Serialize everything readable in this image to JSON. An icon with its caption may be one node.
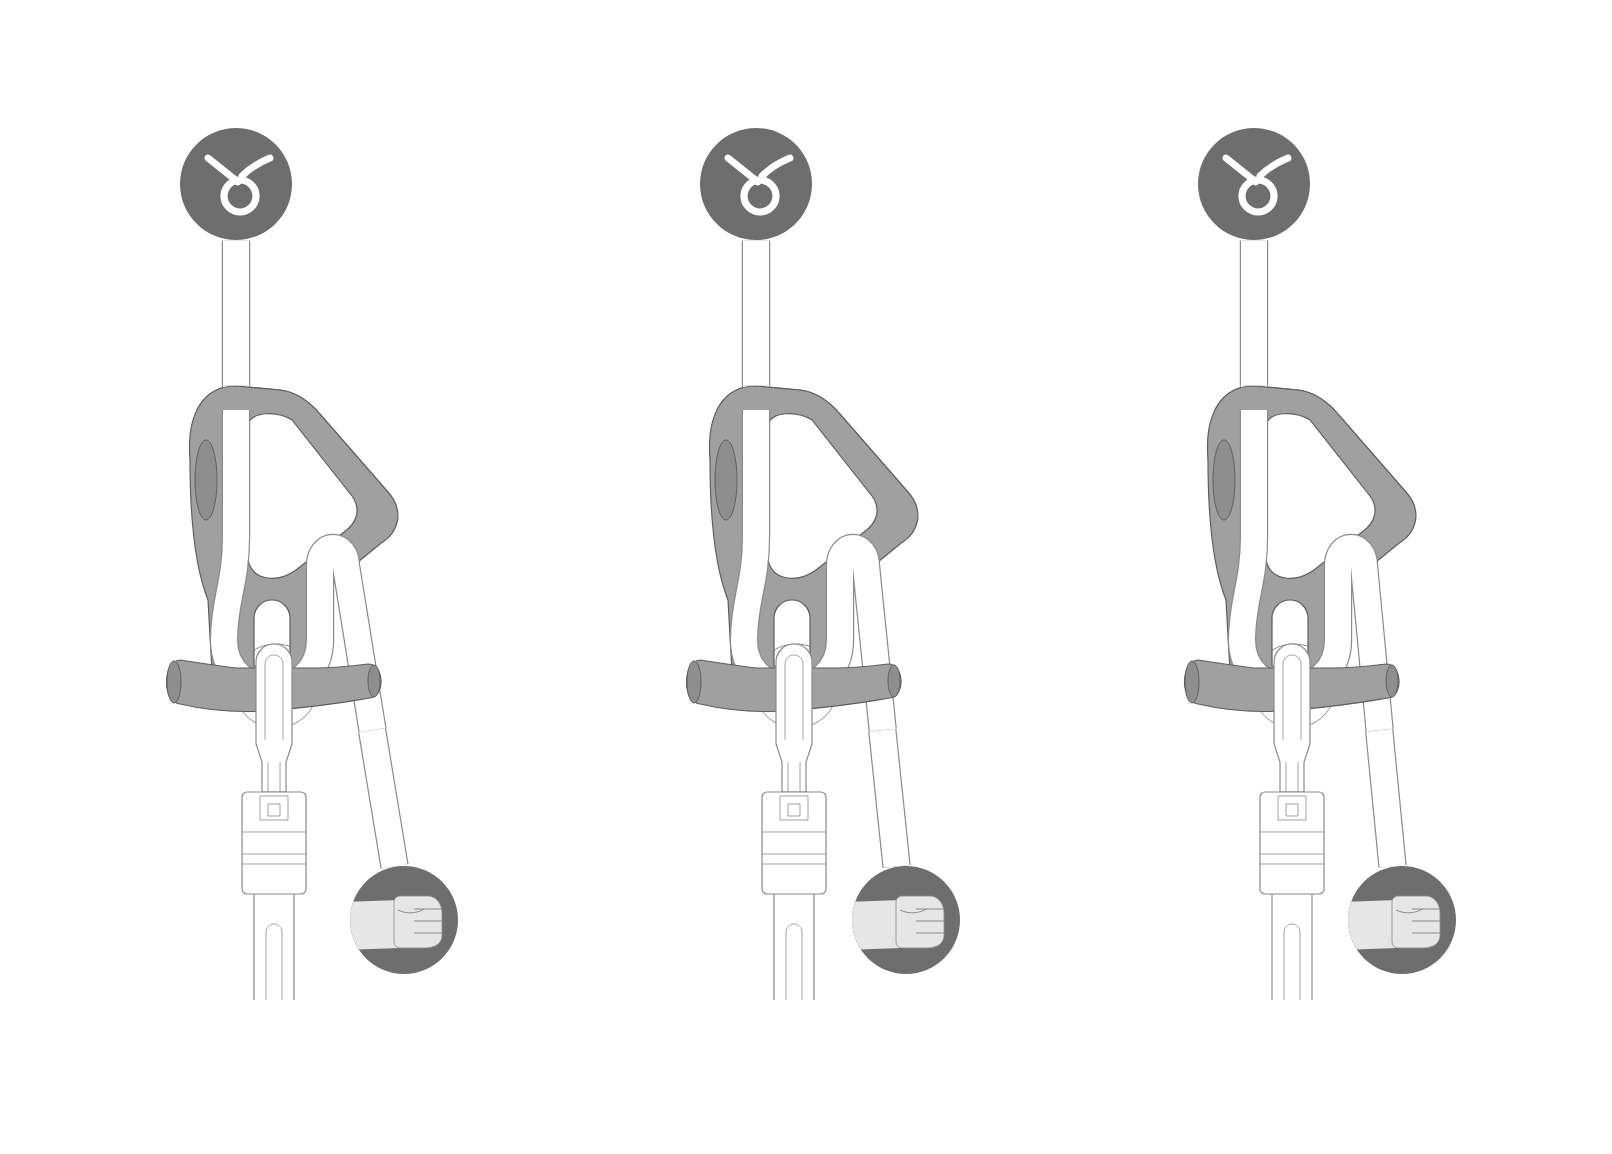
{
  "diagram": {
    "nodes": [
      {
        "text": [],
        "shape": "circle"
      },
      {
        "text": [],
        "shape": "picture"
      },
      {
        "text": [],
        "shape": "circle"
      },
      {
        "text": [],
        "shape": "circle"
      },
      {
        "text": [],
        "shape": "picture"
      },
      {
        "text": [],
        "shape": "circle"
      },
      {
        "text": [],
        "shape": "circle"
      },
      {
        "text": [],
        "shape": "picture"
      },
      {
        "text": [],
        "shape": "circle"
      }
    ],
    "edges": [
      {
        "from": 0,
        "to": 1,
        "arrow": "none"
      },
      {
        "from": 1,
        "to": 2,
        "arrow": "none"
      },
      {
        "from": 3,
        "to": 4,
        "arrow": "none"
      },
      {
        "from": 4,
        "to": 5,
        "arrow": "none"
      },
      {
        "from": 6,
        "to": 7,
        "arrow": "none"
      },
      {
        "from": 7,
        "to": 8,
        "arrow": "none"
      }
    ]
  }
}
